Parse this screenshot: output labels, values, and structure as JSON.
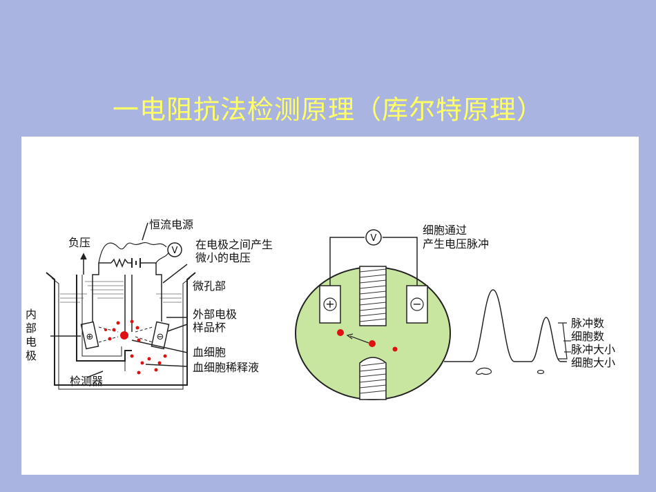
{
  "title": "一电阻抗法检测原理（库尔特原理）",
  "left_diagram": {
    "constant_current_source": "恒流电源",
    "negative_pressure": "负压",
    "voltage_line1": "在电极之间产生",
    "voltage_line2": "微小的电压",
    "aperture": "微孔部",
    "outer_electrode": "外部电极",
    "sample_cup": "样品杯",
    "blood_cell": "血细胞",
    "diluent": "血细胞稀释液",
    "detector": "检测器",
    "inner_electrode_chars": [
      "内",
      "部",
      "电",
      "极"
    ],
    "voltmeter_symbol": "V"
  },
  "right_diagram": {
    "voltmeter_symbol": "V",
    "pulse_line1": "细胞通过",
    "pulse_line2": "产生电压脉冲",
    "plus_symbol": "+",
    "minus_symbol": "−",
    "legend": [
      "脉冲数",
      "细胞数",
      "脉冲大小",
      "细胞大小"
    ]
  },
  "colors": {
    "background": "#aab4e0",
    "title": "#ffff66",
    "disk_fill": "#c8e6a0",
    "cell_red": "#dd1111"
  }
}
